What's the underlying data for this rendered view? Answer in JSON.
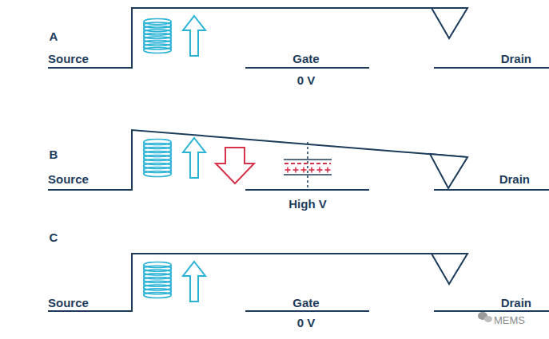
{
  "diagram": {
    "labels": [
      "A",
      "Source",
      "Gate",
      "0 V",
      "Drain",
      "B",
      "Source",
      "High V",
      "Drain",
      "C",
      "Source",
      "Gate",
      "0 V",
      "Drain",
      "MEMS"
    ]
  }
}
